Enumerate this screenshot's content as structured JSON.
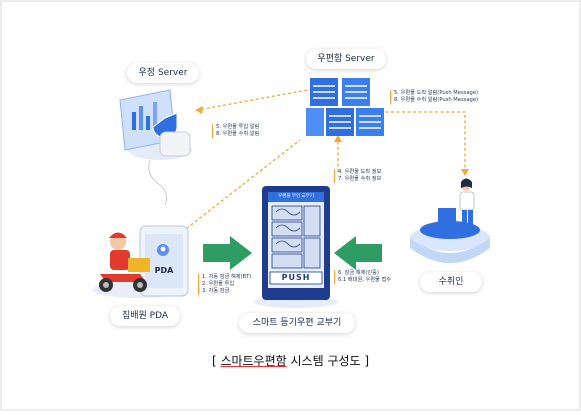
{
  "nodes": {
    "post_server": "우정 Server",
    "mailbox_server": "우편함 Server",
    "courier_pda": "집배원 PDA",
    "recipient": "수취인",
    "kiosk": "스마트 등기우편 교부기"
  },
  "notes": {
    "mailbox_to_post": [
      "5. 우편물 투입 알림",
      "8. 우편물 수취 알림"
    ],
    "mailbox_to_recipient": [
      "5. 우편물 도착 알림(Push Message)",
      "8. 우편물 수취 알림(Push Message)"
    ],
    "kiosk_to_mailbox": [
      "4. 우편물 도착 정보",
      "7. 우편물 수취 정보"
    ],
    "pda_to_kiosk": [
      "1. 자동 잠금 해제(BT)",
      "2. 우편물 투입",
      "3. 자동 잠금"
    ],
    "recipient_to_kiosk": [
      "6. 잠금 해제(인증)",
      "6.1 배대원, 우편물 접수"
    ]
  },
  "kiosk_screen": {
    "header": "우편물 무인 교부기",
    "push_label": "PUSH"
  },
  "pda_label": "PDA",
  "caption": {
    "open": "[ ",
    "title_underlined": "스마트우편함",
    "title_rest": " 시스템 구성도",
    "close": " ]"
  },
  "colors": {
    "arrow_green": "#2e9c63",
    "arrow_dashed": "#f4a637",
    "server_blue": "#2f6fe0",
    "kiosk_navy": "#1f3c8f"
  }
}
